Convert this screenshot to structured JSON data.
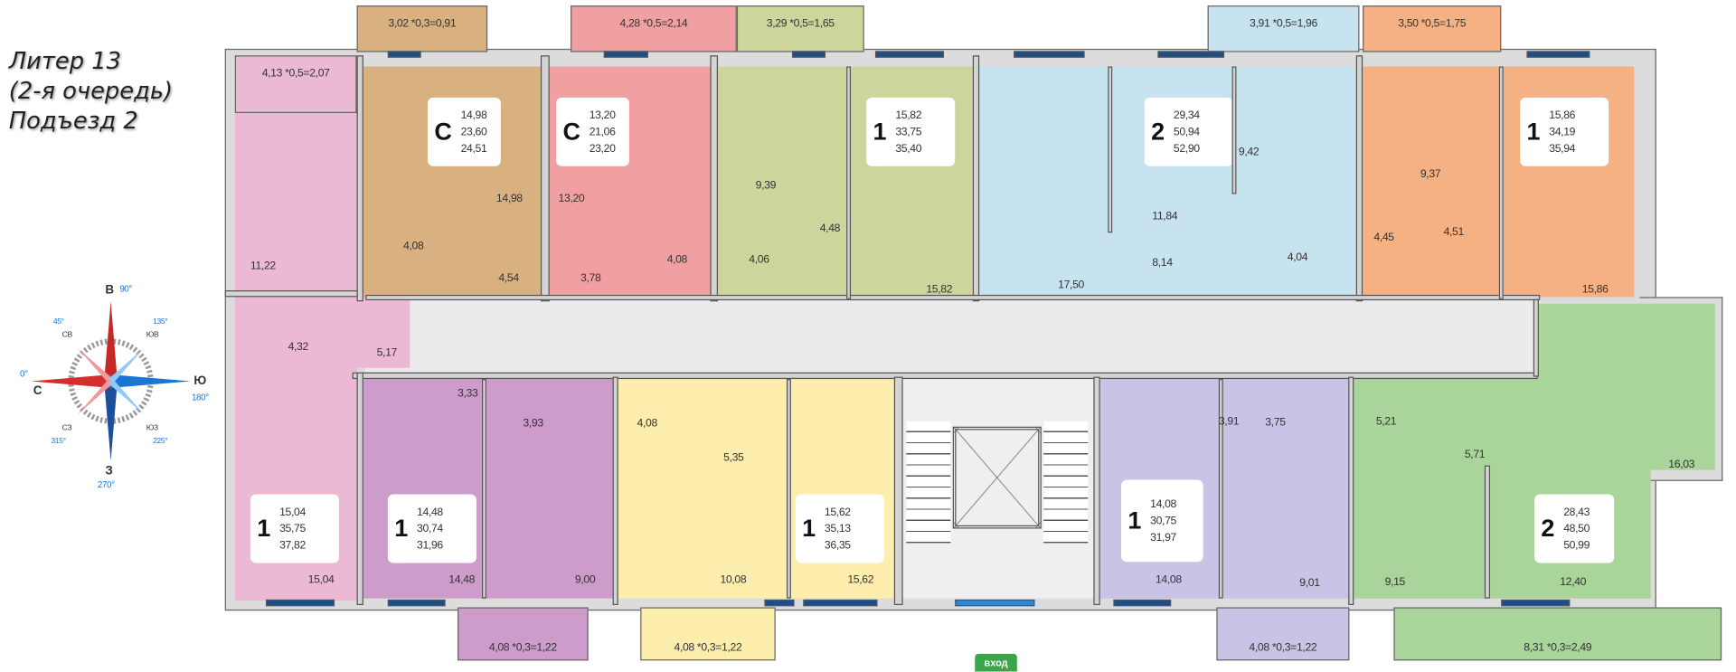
{
  "title": {
    "line1": "Литер 13",
    "line2": "(2-я очередь)",
    "line3": "Подъезд 2"
  },
  "compass": {
    "north": "С",
    "north_deg": "0°",
    "east": "В",
    "east_deg": "90°",
    "south": "Ю",
    "south_deg": "180°",
    "west": "З",
    "west_deg": "270°",
    "ne": "СВ",
    "ne_deg": "45°",
    "se": "ЮВ",
    "se_deg": "135°",
    "sw": "ЮЗ",
    "sw_deg": "225°",
    "nw": "СЗ",
    "nw_deg": "315°"
  },
  "entrance_label": "вход",
  "apartments": [
    {
      "color": "#ebb9d3",
      "type": "1",
      "living": "15,04",
      "total": "35,75",
      "total_with_balcony": "37,82",
      "balcony": "4,13 *0,5=2,07",
      "rooms": [
        "11,22",
        "4,32",
        "5,17",
        "15,04"
      ]
    },
    {
      "color": "#d9b07f",
      "type": "С",
      "living": "14,98",
      "total": "23,60",
      "total_with_balcony": "24,51",
      "balcony": "3,02 *0,3=0,91",
      "rooms": [
        "14,98",
        "4,08",
        "4,54"
      ]
    },
    {
      "color": "#f0a0a0",
      "type": "С",
      "living": "13,20",
      "total": "21,06",
      "total_with_balcony": "23,20",
      "balcony": "4,28 *0,5=2,14",
      "rooms": [
        "13,20",
        "4,08",
        "3,78"
      ]
    },
    {
      "color": "#cdd59c",
      "type": "1",
      "living": "15,82",
      "total": "33,75",
      "total_with_balcony": "35,40",
      "balcony": "3,29 *0,5=1,65",
      "rooms": [
        "9,39",
        "4,48",
        "4,06",
        "15,82"
      ]
    },
    {
      "color": "#c7e3f0",
      "type": "2",
      "living": "29,34",
      "total": "50,94",
      "total_with_balcony": "52,90",
      "balcony": "3,91 *0,5=1,96",
      "rooms": [
        "9,42",
        "11,84",
        "17,50",
        "8,14",
        "4,04"
      ]
    },
    {
      "color": "#f5b183",
      "type": "1",
      "living": "15,86",
      "total": "34,19",
      "total_with_balcony": "35,94",
      "balcony": "3,50 *0,5=1,75",
      "rooms": [
        "9,37",
        "4,45",
        "4,51",
        "15,86"
      ]
    },
    {
      "color": "#cd9cca",
      "type": "1",
      "living": "14,48",
      "total": "30,74",
      "total_with_balcony": "31,96",
      "balcony": "4,08 *0,3=1,22",
      "rooms": [
        "3,33",
        "3,93",
        "14,48",
        "9,00"
      ]
    },
    {
      "color": "#fdeeae",
      "type": "1",
      "living": "15,62",
      "total": "35,13",
      "total_with_balcony": "36,35",
      "balcony": "4,08 *0,3=1,22",
      "rooms": [
        "4,08",
        "5,35",
        "10,08",
        "15,62"
      ]
    },
    {
      "color": "#c9c3e6",
      "type": "1",
      "living": "14,08",
      "total": "30,75",
      "total_with_balcony": "31,97",
      "balcony": "4,08 *0,3=1,22",
      "rooms": [
        "3,91",
        "3,75",
        "14,08",
        "9,01"
      ]
    },
    {
      "color": "#a9d49a",
      "type": "2",
      "living": "28,43",
      "total": "48,50",
      "total_with_balcony": "50,99",
      "balcony": "8,31 *0,3=2,49",
      "rooms": [
        "5,21",
        "5,71",
        "16,03",
        "9,15",
        "12,40"
      ]
    }
  ]
}
